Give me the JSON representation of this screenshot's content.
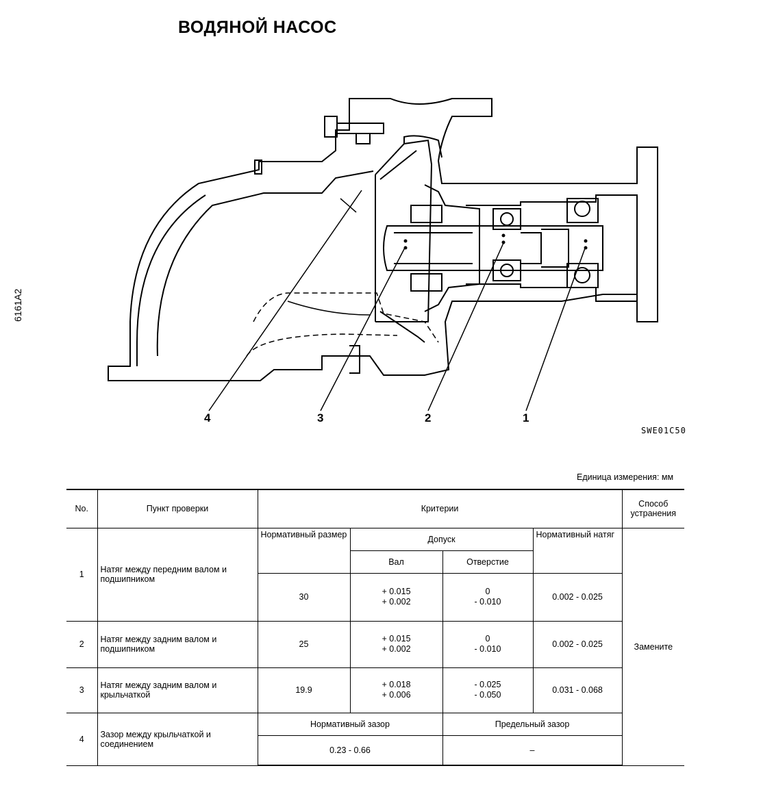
{
  "title": "ВОДЯНОЙ НАСОС",
  "side_code": "6161A2",
  "figure": {
    "code": "SWE01C50",
    "callouts": [
      "4",
      "3",
      "2",
      "1"
    ]
  },
  "unit_note": "Единица измерения: мм",
  "table": {
    "headers": {
      "no": "No.",
      "item": "Пункт проверки",
      "criteria": "Критерии",
      "remedy": "Способ устранения"
    },
    "subheaders": {
      "nominal_size": "Нормативный размер",
      "tolerance": "Допуск",
      "shaft": "Вал",
      "hole": "Отверстие",
      "nominal_interference": "Нормативный натяг",
      "nominal_clearance": "Нормативный зазор",
      "limit_clearance": "Предельный зазор"
    },
    "rows": [
      {
        "no": "1",
        "item": "Натяг между передним валом и подшипником",
        "size": "30",
        "shaft_upper": "+ 0.015",
        "shaft_lower": "+ 0.002",
        "hole_upper": "0",
        "hole_lower": "- 0.010",
        "interference": "0.002 - 0.025"
      },
      {
        "no": "2",
        "item": "Натяг между задним валом и подшипником",
        "size": "25",
        "shaft_upper": "+ 0.015",
        "shaft_lower": "+ 0.002",
        "hole_upper": "0",
        "hole_lower": "- 0.010",
        "interference": "0.002 - 0.025"
      },
      {
        "no": "3",
        "item": "Натяг между задним валом и крыльчаткой",
        "size": "19.9",
        "shaft_upper": "+ 0.018",
        "shaft_lower": "+ 0.006",
        "hole_upper": "- 0.025",
        "hole_lower": "- 0.050",
        "interference": "0.031 - 0.068"
      }
    ],
    "row4": {
      "no": "4",
      "item": "Зазор между крыльчаткой и соединением",
      "nominal_clearance": "0.23 - 0.66",
      "limit_clearance": "–"
    },
    "remedy": "Замените"
  }
}
